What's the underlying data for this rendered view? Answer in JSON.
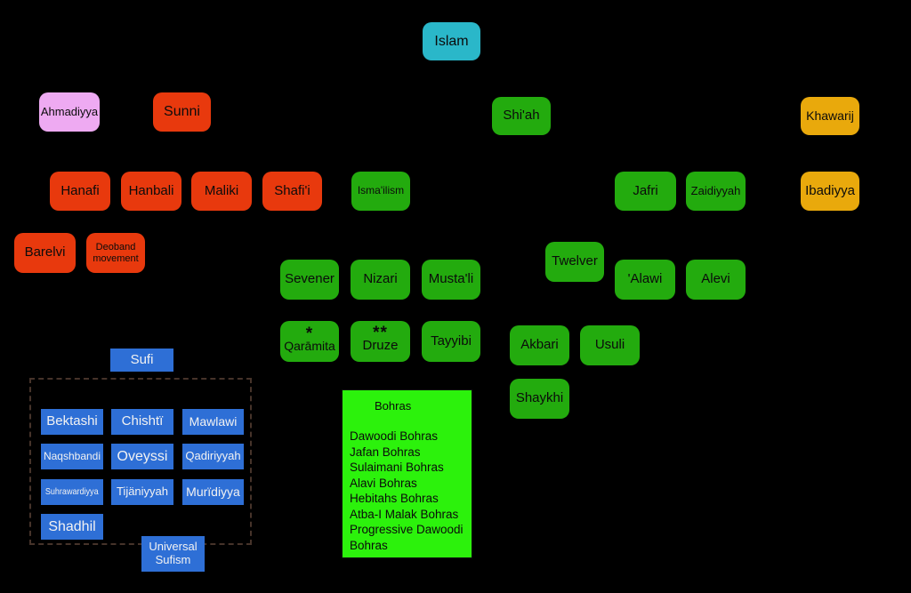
{
  "diagram": "Islam branches and schools",
  "palette": {
    "background": "#000000",
    "root_teal": "#2ab7c9",
    "sunni_orange": "#e8390d",
    "shia_green": "#23ab0e",
    "khawarij_gold": "#e9a90c",
    "ahmadiyya_violet": "#eeaaf2",
    "sufi_blue": "#2e6fd6",
    "bohras_lime": "#2cf20c",
    "text_dark": "#0b0b0b",
    "text_light": "#f2f2f2"
  },
  "nodes": {
    "islam": {
      "label": "Islam"
    },
    "ahmadiyya": {
      "label": "Ahmadiyya"
    },
    "sunni": {
      "label": "Sunni"
    },
    "shiah": {
      "label": "Shi'ah"
    },
    "khawarij": {
      "label": "Khawarij"
    },
    "hanafi": {
      "label": "Hanafi"
    },
    "hanbali": {
      "label": "Hanbali"
    },
    "maliki": {
      "label": "Maliki"
    },
    "shafii": {
      "label": "Shafi'i"
    },
    "ismailism": {
      "label": "Isma'ilism"
    },
    "jafri": {
      "label": "Jafri"
    },
    "zaidiyyah": {
      "label": "Zaidiyyah"
    },
    "ibadiyya": {
      "label": "Ibadiyya"
    },
    "barelvi": {
      "label": "Barelvi"
    },
    "deoband": {
      "label": "Deoband movement"
    },
    "twelver": {
      "label": "Twelver"
    },
    "sevener": {
      "label": "Sevener"
    },
    "nizari": {
      "label": "Nizari"
    },
    "mustali": {
      "label": "Musta'li"
    },
    "alawi": {
      "label": "'Alawi"
    },
    "alevi": {
      "label": "Alevi"
    },
    "qaramita": {
      "label": "Qarāmita",
      "mark": "*"
    },
    "druze": {
      "label": "Druze",
      "mark": "**"
    },
    "tayyibi": {
      "label": "Tayyibi"
    },
    "akbari": {
      "label": "Akbari"
    },
    "usuli": {
      "label": "Usuli"
    },
    "shaykhi": {
      "label": "Shaykhi"
    },
    "sufi": {
      "label": "Sufi"
    },
    "bektashi": {
      "label": "Bektashi"
    },
    "chishti": {
      "label": "Chishtï"
    },
    "mawlawi": {
      "label": "Mawlawi"
    },
    "naqshbandi": {
      "label": "Naqshbandi"
    },
    "oveyssi": {
      "label": "Oveyssi"
    },
    "qadiriyyah": {
      "label": "Qadiriyyah"
    },
    "suhrawardiyya": {
      "label": "Suhrawardiyya"
    },
    "tijaniyyah": {
      "label": "Tijäniyyah"
    },
    "muridiyya": {
      "label": "Murïdiyya"
    },
    "shadhil": {
      "label": "Shadhil"
    },
    "universal_sufism": {
      "label": "Universal Sufism"
    }
  },
  "bohras": {
    "title": "Bohras",
    "items": [
      "Dawoodi Bohras",
      "Jafan Bohras",
      "Sulaimani Bohras",
      "Alavi Bohras",
      "Hebitahs Bohras",
      "Atba-I Malak Bohras",
      "Progressive Dawoodi Bohras"
    ]
  }
}
